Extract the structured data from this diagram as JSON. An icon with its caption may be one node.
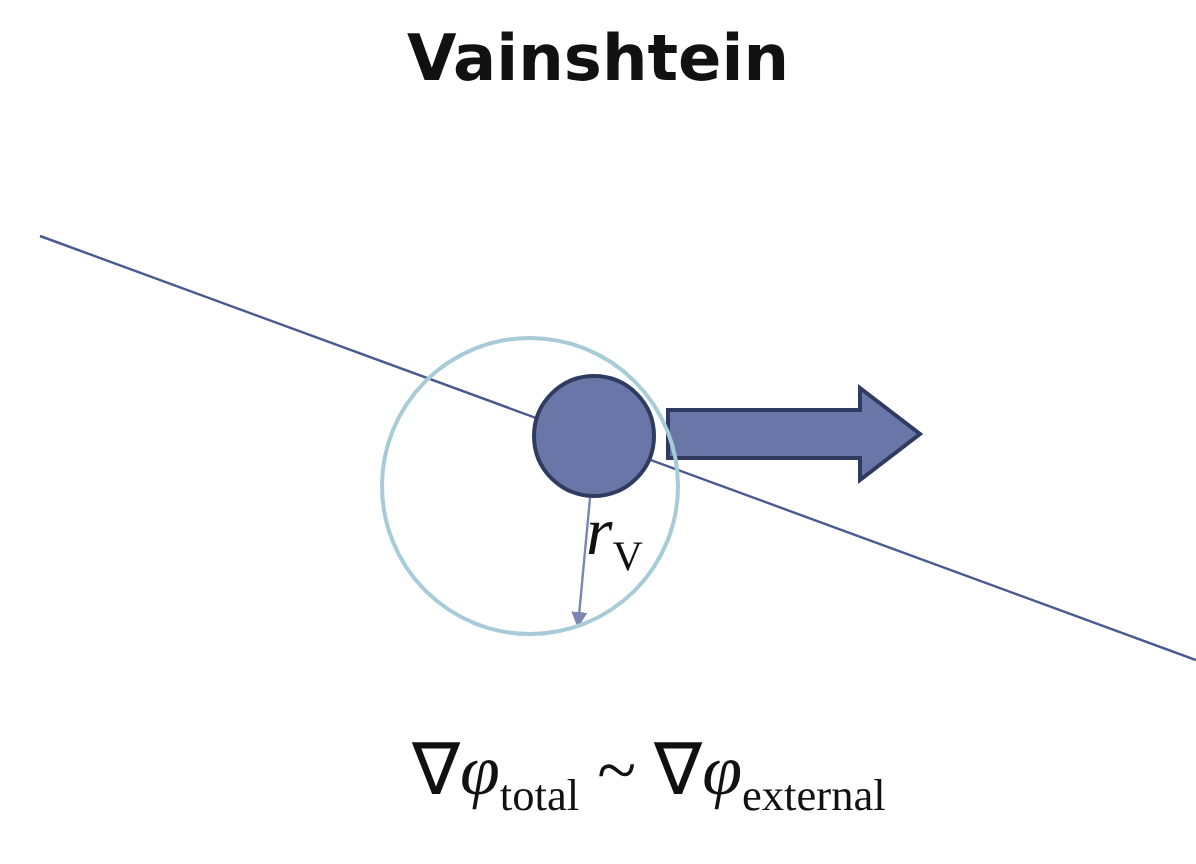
{
  "diagram": {
    "title": "Vainshtein",
    "nodes": [
      {
        "text": [],
        "shape": "circle"
      },
      {
        "text": [],
        "shape": "circle",
        "in": 0
      }
    ],
    "edges": [
      {
        "from": 1,
        "to": 0,
        "arrow": "to"
      }
    ],
    "labels": [
      "r$_{V}$",
      "∇*φ*$_{total}$ ~ ∇*φ*$_{external}$"
    ]
  }
}
